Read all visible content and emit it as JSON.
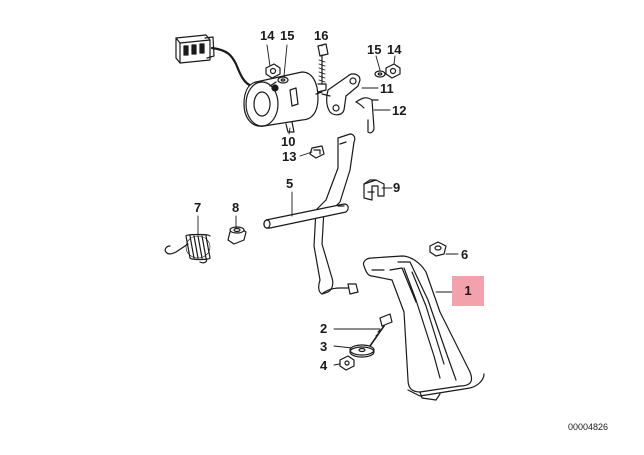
{
  "diagram": {
    "code": "00004826",
    "callouts": [
      {
        "id": "c14a",
        "label": "14",
        "part": "nut"
      },
      {
        "id": "c15a",
        "label": "15",
        "part": "washer"
      },
      {
        "id": "c16",
        "label": "16",
        "part": "bolt"
      },
      {
        "id": "c15b",
        "label": "15",
        "part": "washer"
      },
      {
        "id": "c14b",
        "label": "14",
        "part": "nut"
      },
      {
        "id": "c11",
        "label": "11",
        "part": "bracket"
      },
      {
        "id": "c12",
        "label": "12",
        "part": "link-rod"
      },
      {
        "id": "c10",
        "label": "10",
        "part": "pedal-sensor"
      },
      {
        "id": "c13",
        "label": "13",
        "part": "clip"
      },
      {
        "id": "c5",
        "label": "5",
        "part": "pedal-shaft"
      },
      {
        "id": "c9",
        "label": "9",
        "part": "clamp"
      },
      {
        "id": "c7",
        "label": "7",
        "part": "return-spring"
      },
      {
        "id": "c8",
        "label": "8",
        "part": "bushing"
      },
      {
        "id": "c6",
        "label": "6",
        "part": "clip"
      },
      {
        "id": "c1",
        "label": "1",
        "part": "accelerator-pedal",
        "highlighted": true
      },
      {
        "id": "c2",
        "label": "2",
        "part": "stop-screw"
      },
      {
        "id": "c3",
        "label": "3",
        "part": "washer"
      },
      {
        "id": "c4",
        "label": "4",
        "part": "nut"
      }
    ],
    "highlight_color": "#f2a1ad"
  }
}
